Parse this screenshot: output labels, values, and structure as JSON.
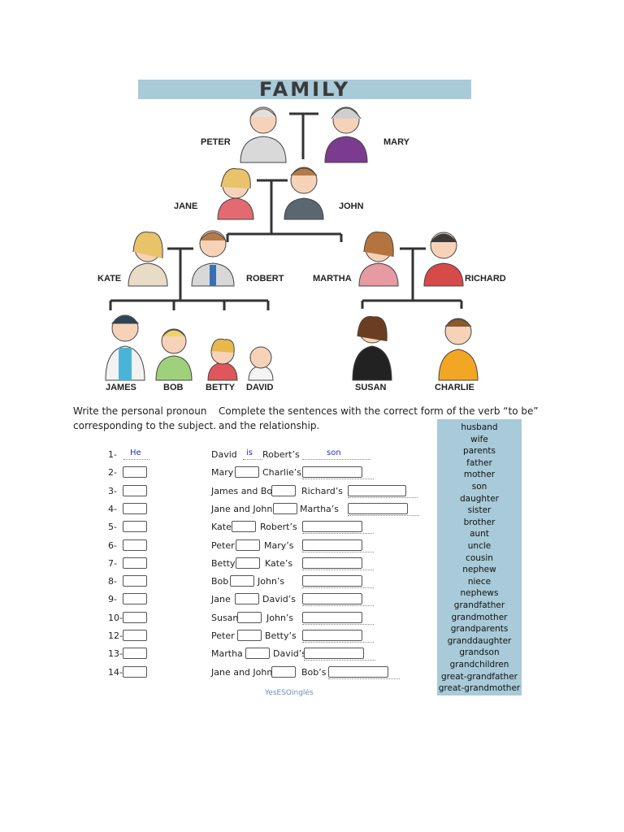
{
  "title": "FAMILY",
  "names": {
    "peter": "PETER",
    "mary": "MARY",
    "jane": "JANE",
    "john": "JOHN",
    "kate": "KATE",
    "robert": "ROBERT",
    "martha": "MARTHA",
    "richard": "RICHARD",
    "james": "JAMES",
    "bob": "BOB",
    "betty": "BETTY",
    "david": "DAVID",
    "susan": "SUSAN",
    "charlie": "CHARLIE"
  },
  "instructions": {
    "left": "Write the personal pronoun\ncorresponding to the subject.",
    "right": "Complete the sentences with the correct form of the verb “to be”\nand the relationship."
  },
  "exercise": [
    {
      "num": "1-",
      "pronoun": "He",
      "subject": "David",
      "verb": "is",
      "possessor": "Robert’s",
      "relation": "son"
    },
    {
      "num": "2-",
      "pronoun": "",
      "subject": "Mary",
      "verb": "",
      "possessor": "Charlie’s",
      "relation": ""
    },
    {
      "num": "3-",
      "pronoun": "",
      "subject": "James and Bob",
      "verb": "",
      "possessor": "Richard’s",
      "relation": ""
    },
    {
      "num": "4-",
      "pronoun": "",
      "subject": "Jane and John",
      "verb": "",
      "possessor": "Martha’s",
      "relation": ""
    },
    {
      "num": "5-",
      "pronoun": "",
      "subject": "Kate",
      "verb": "",
      "possessor": "Robert’s",
      "relation": ""
    },
    {
      "num": "6-",
      "pronoun": "",
      "subject": "Peter",
      "verb": "",
      "possessor": "Mary’s",
      "relation": ""
    },
    {
      "num": "7-",
      "pronoun": "",
      "subject": "Betty",
      "verb": "",
      "possessor": "Kate’s",
      "relation": ""
    },
    {
      "num": "8-",
      "pronoun": "",
      "subject": "Bob",
      "verb": "",
      "possessor": "John’s",
      "relation": ""
    },
    {
      "num": "9-",
      "pronoun": "",
      "subject": "Jane",
      "verb": "",
      "possessor": "David’s",
      "relation": ""
    },
    {
      "num": "10-",
      "pronoun": "",
      "subject": "Susan",
      "verb": "",
      "possessor": "John’s",
      "relation": ""
    },
    {
      "num": "12-",
      "pronoun": "",
      "subject": "Peter",
      "verb": "",
      "possessor": "Betty’s",
      "relation": ""
    },
    {
      "num": "13-",
      "pronoun": "",
      "subject": "Martha",
      "verb": "",
      "possessor": "David’s",
      "relation": ""
    },
    {
      "num": "14-",
      "pronoun": "",
      "subject": "Jane and John",
      "verb": "",
      "possessor": "Bob’s",
      "relation": ""
    }
  ],
  "word_bank": [
    "husband",
    "wife",
    "parents",
    "father",
    "mother",
    "son",
    "daughter",
    "sister",
    "brother",
    "aunt",
    "uncle",
    "cousin",
    "nephew",
    "niece",
    "nephews",
    "grandfather",
    "grandmother",
    "grandparents",
    "granddaughter",
    "grandson",
    "grandchildren",
    "great-grandfather",
    "great-grandmother"
  ],
  "watermark": "YesESOinglés",
  "colors": {
    "banner": "#a8cad9",
    "word_bank": "#a8cad9",
    "answer_ink": "#1f33b8",
    "tree_line": "#333333"
  }
}
